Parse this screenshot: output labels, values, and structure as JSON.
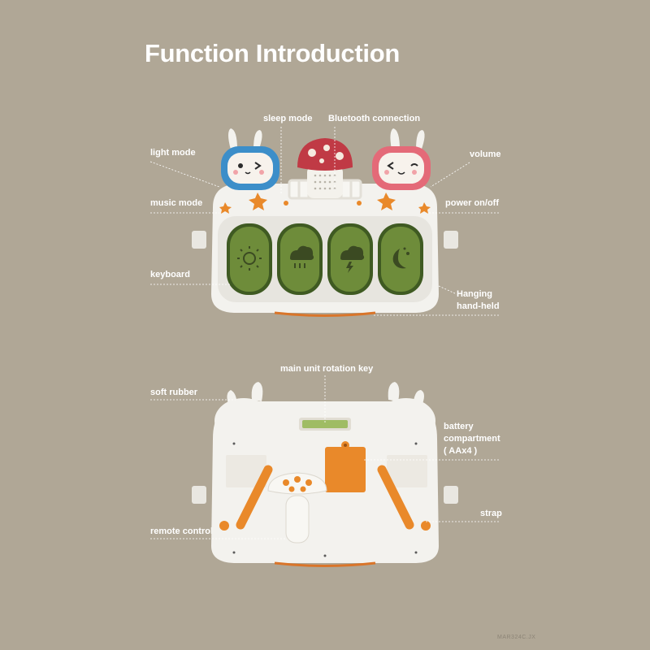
{
  "title": "Function Introduction",
  "labels": {
    "light_mode": "light mode",
    "sleep_mode": "sleep mode",
    "bluetooth": "Bluetooth connection",
    "volume": "volume",
    "music_mode": "music mode",
    "power": "power on/off",
    "keyboard": "keyboard",
    "hanging_line1": "Hanging",
    "hanging_line2": "hand-held",
    "rotation_key": "main unit rotation key",
    "soft_rubber": "soft rubber",
    "battery_line1": "battery",
    "battery_line2": "compartment",
    "battery_line3": "( AAx4 )",
    "strap": "strap",
    "remote": "remote control"
  },
  "watermark": "MAR324C.JX",
  "colors": {
    "background": "#b0a796",
    "body": "#f3f2ee",
    "key_green": "#6e8c3a",
    "orange": "#e9892a",
    "blue_head": "#3c8ec9",
    "pink_head": "#e46a78",
    "mushroom_red": "#c03a45"
  },
  "icons": [
    "sun-icon",
    "rain-cloud-icon",
    "storm-cloud-icon",
    "moon-stars-icon"
  ]
}
